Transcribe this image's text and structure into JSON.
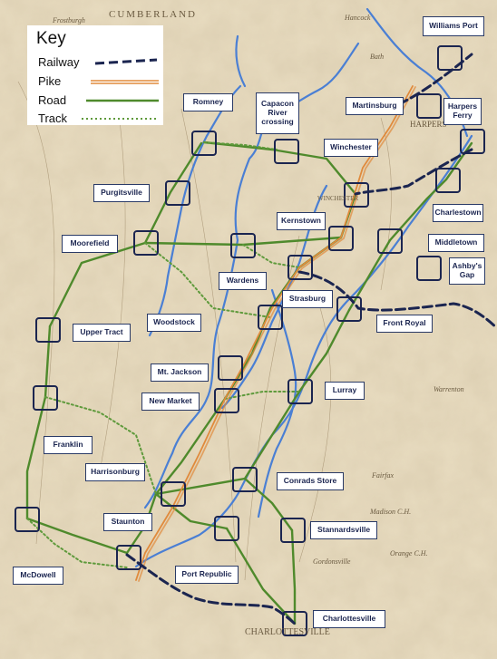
{
  "colors": {
    "parchment": "#e8dcc0",
    "railway": "#1b2550",
    "pike": "#e08a3c",
    "road": "#4f8a2c",
    "track": "#5f9a3c",
    "river": "#4a7fd4",
    "box_border": "#1b2550"
  },
  "key": {
    "title": "Key",
    "items": [
      {
        "label": "Railway",
        "style": "railway"
      },
      {
        "label": "Pike",
        "style": "pike"
      },
      {
        "label": "Road",
        "style": "road"
      },
      {
        "label": "Track",
        "style": "track"
      }
    ]
  },
  "places": [
    {
      "id": "williams-port",
      "name": "Williams Port"
    },
    {
      "id": "romney",
      "name": "Romney"
    },
    {
      "id": "capacon-river-crossing",
      "name": "Capacon\nRiver\ncrossing"
    },
    {
      "id": "martinsburg",
      "name": "Martinsburg"
    },
    {
      "id": "harpers-ferry",
      "name": "Harpers\nFerry"
    },
    {
      "id": "winchester",
      "name": "Winchester"
    },
    {
      "id": "purgitsville",
      "name": "Purgitsville"
    },
    {
      "id": "charlestown",
      "name": "Charlestown"
    },
    {
      "id": "kernstown",
      "name": "Kernstown"
    },
    {
      "id": "moorefield",
      "name": "Moorefield"
    },
    {
      "id": "middletown",
      "name": "Middletown"
    },
    {
      "id": "ashbys-gap",
      "name": "Ashby's\nGap"
    },
    {
      "id": "wardens",
      "name": "Wardens"
    },
    {
      "id": "strasburg",
      "name": "Strasburg"
    },
    {
      "id": "front-royal",
      "name": "Front Royal"
    },
    {
      "id": "woodstock",
      "name": "Woodstock"
    },
    {
      "id": "upper-tract",
      "name": "Upper Tract"
    },
    {
      "id": "mt-jackson",
      "name": "Mt. Jackson"
    },
    {
      "id": "luray",
      "name": "Lurray"
    },
    {
      "id": "new-market",
      "name": "New Market"
    },
    {
      "id": "franklin",
      "name": "Franklin"
    },
    {
      "id": "harrisonburg",
      "name": "Harrisonburg"
    },
    {
      "id": "conrads-store",
      "name": "Conrads Store"
    },
    {
      "id": "staunton",
      "name": "Staunton"
    },
    {
      "id": "stannardsville",
      "name": "Stannardsville"
    },
    {
      "id": "mcdowell",
      "name": "McDowell"
    },
    {
      "id": "port-republic",
      "name": "Port Republic"
    },
    {
      "id": "charlottesville",
      "name": "Charlottesville"
    }
  ],
  "background_text": {
    "cumberland": "CUMBERLAND",
    "frostburgh": "Frostburgh",
    "hancock": "Hancock",
    "bath": "Bath",
    "winchester_map": "WINCHESTER",
    "harpers_map": "HARPERS",
    "charlottesville_map": "CHARLOTTESVILLE",
    "warrenton": "Warrenton",
    "fairfax": "Fairfax",
    "madison": "Madison C.H.",
    "gordonsville": "Gordonsville",
    "orange": "Orange C.H."
  }
}
